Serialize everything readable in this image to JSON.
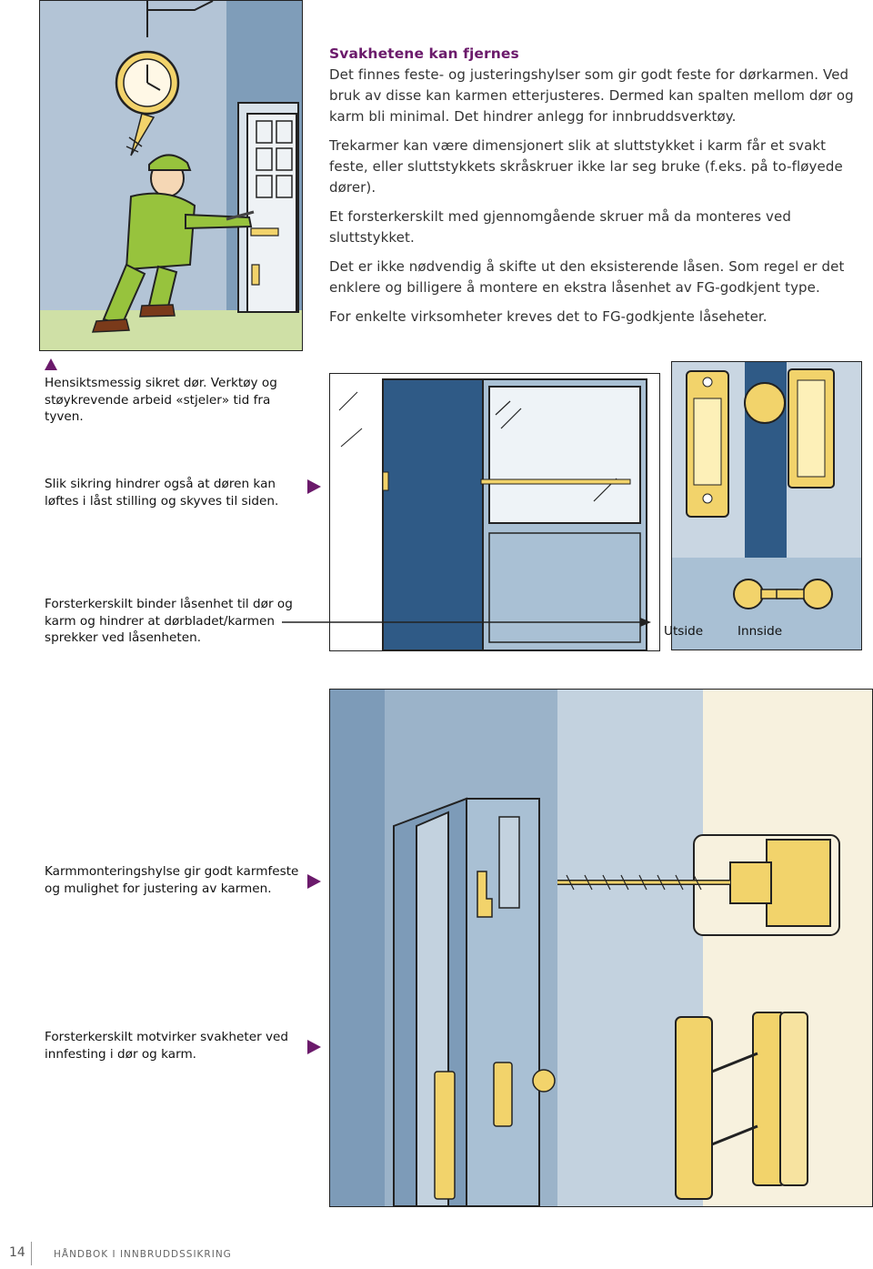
{
  "main_text": {
    "heading": "Svakhetene kan fjernes",
    "paragraphs": [
      "Det finnes feste- og justeringshylser som gir godt feste for dørkarmen. Ved bruk av disse kan karmen etterjusteres. Dermed kan spalten mellom dør og karm bli minimal. Det hindrer anlegg for innbruddsverktøy.",
      "Trekarmer kan være dimensjonert slik at sluttstykket i karm får et svakt feste, eller sluttstykkets skråskruer ikke lar seg bruke (f.eks. på to-fløyede dører).",
      "Et forsterkerskilt med gjennomgående skruer må da monteres ved sluttstykket.",
      "Det er ikke nødvendig å skifte ut den eksisterende låsen. Som regel er det enklere og billigere å montere en ekstra låsenhet av FG-godkjent type.",
      "For enkelte virksomheter kreves det to FG-godkjente låseheter."
    ]
  },
  "captions": {
    "c1": "Hensiktsmessig sikret dør. Verktøy og støykrevende arbeid «stjeler» tid fra tyven.",
    "c2": "Slik sikring hindrer også at døren kan løftes i låst stilling og skyves til siden.",
    "c3": "Forsterkerskilt binder låsenhet til dør og karm og hindrer at dørbladet/karmen sprekker ved låsenheten.",
    "c4": "Karmmonteringshylse gir godt karmfeste og mulighet for justering av karmen.",
    "c5": "Forsterkerskilt motvirker svakheter ved innfesting i dør og karm."
  },
  "labels": {
    "outside": "Utside",
    "inside": "Innside"
  },
  "footer": {
    "page_number": "14",
    "title": "HÅNDBOK I INNBRUDDSSIKRING"
  },
  "colors": {
    "accent_purple": "#6b1a6b",
    "wall_blue": "#8ea9c1",
    "door_blue": "#2f5a86",
    "brass_yellow": "#f2d36b",
    "green_suit": "#97c33d",
    "grass_green": "#cfe0a6"
  },
  "icons": {
    "up_marker": "triangle-up-icon",
    "right_marker": "triangle-right-icon"
  }
}
